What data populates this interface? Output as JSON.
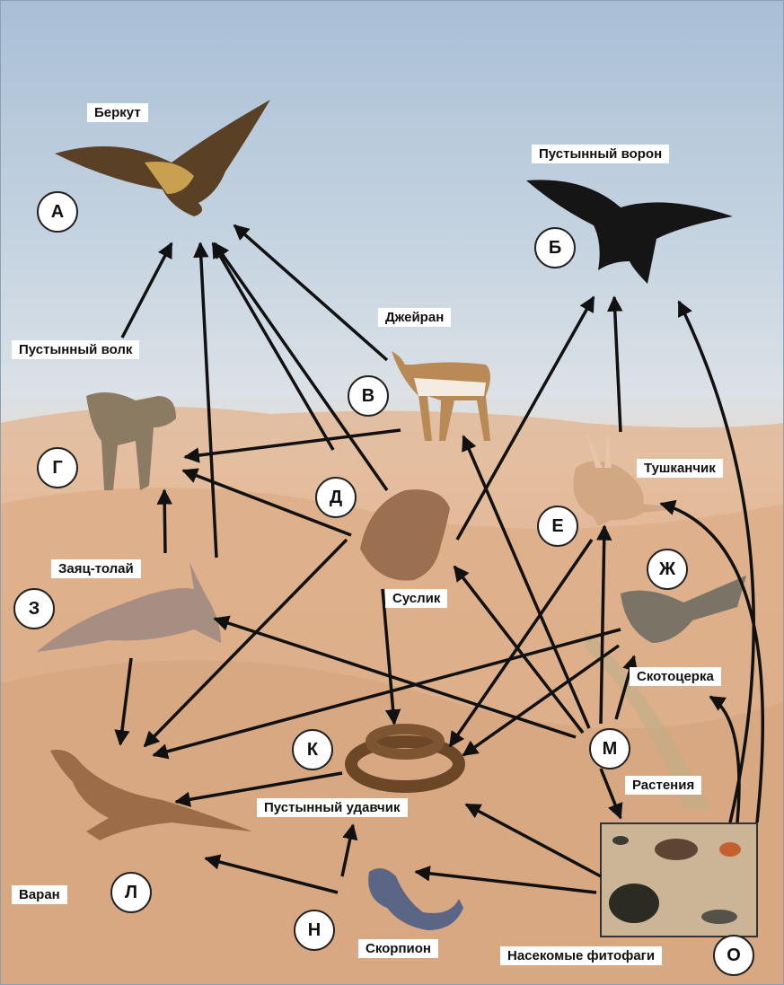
{
  "animals": {
    "berkut": {
      "name": "Беркут",
      "letter": "А"
    },
    "voron": {
      "name": "Пустынный ворон",
      "letter": "Б"
    },
    "dzheyran": {
      "name": "Джейран",
      "letter": "В"
    },
    "volk": {
      "name": "Пустынный волк",
      "letter": "Г"
    },
    "suslik": {
      "name": "Суслик",
      "letter": "Д"
    },
    "tushkanchik": {
      "name": "Тушканчик",
      "letter": "Е"
    },
    "skototserka": {
      "name": "Скотоцерка",
      "letter": "Ж"
    },
    "zayats": {
      "name": "Заяц-толай",
      "letter": "З"
    },
    "udavchik": {
      "name": "Пустынный удавчик",
      "letter": "К"
    },
    "varan": {
      "name": "Варан",
      "letter": "Л"
    },
    "rasteniya": {
      "name": "Растения",
      "letter": "М"
    },
    "skorpion": {
      "name": "Скорпион",
      "letter": "Н"
    },
    "nasekomye": {
      "name": "Насекомые фитофаги",
      "letter": "О"
    }
  },
  "colors": {
    "sky": "#a9bfd6",
    "sand": "#dcae88",
    "arrow": "#111111"
  }
}
